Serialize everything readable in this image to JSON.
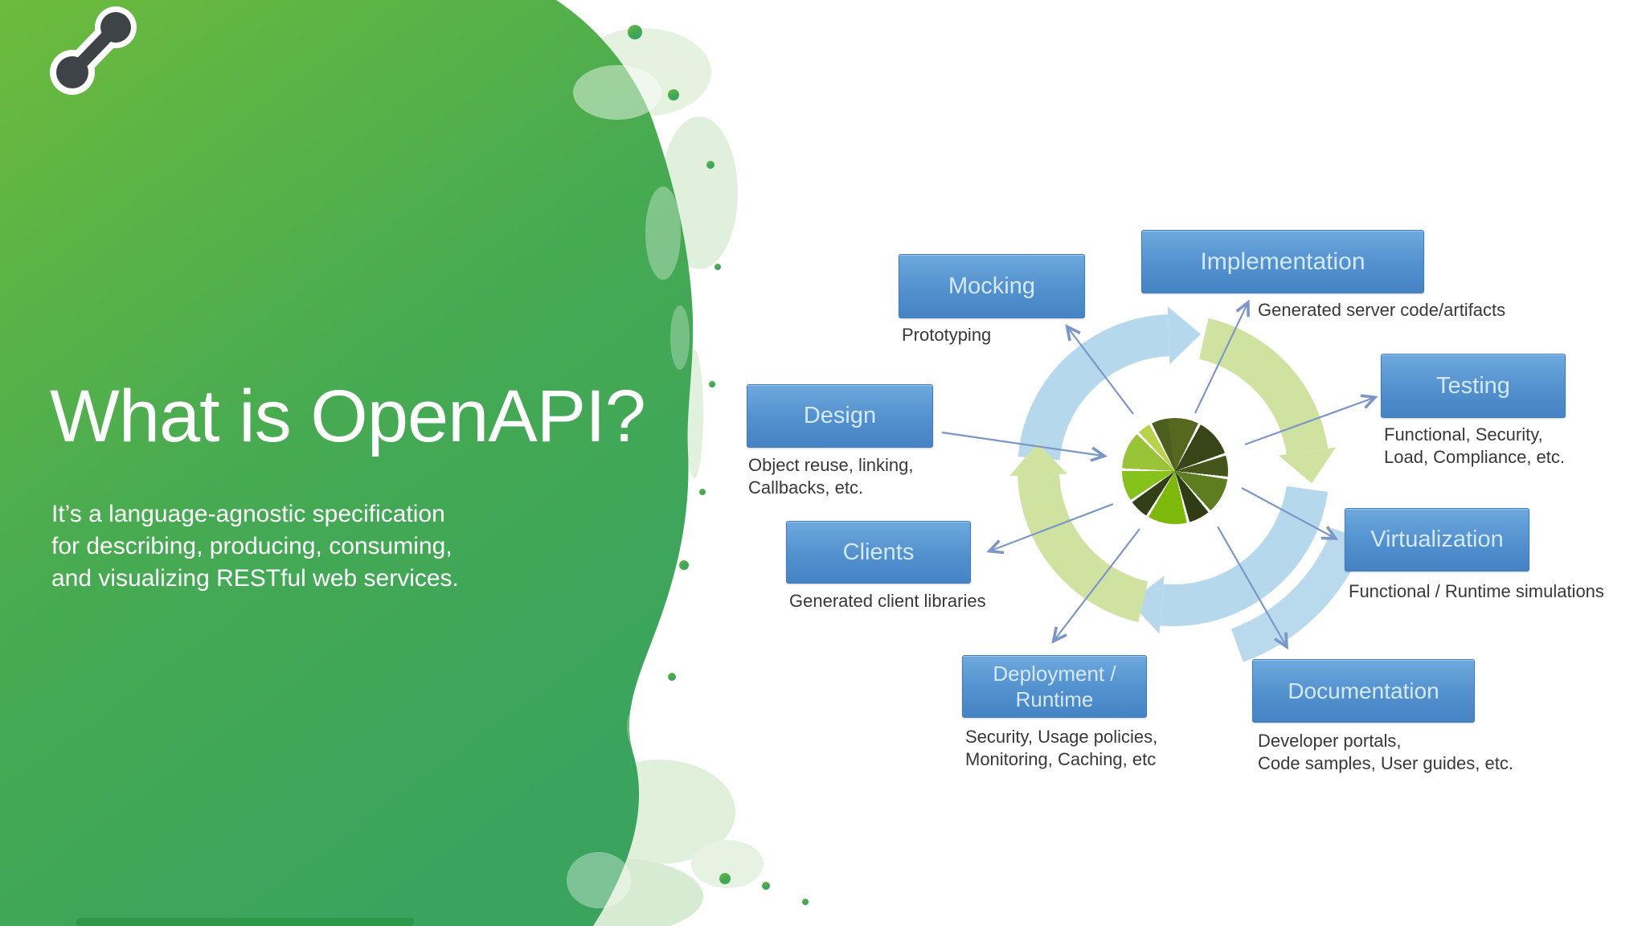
{
  "slide": {
    "title": "What is OpenAPI?",
    "subtitle_lines": [
      "It’s a language-agnostic specification",
      "for describing, producing, consuming,",
      "and visualizing RESTful web services."
    ]
  },
  "diagram": {
    "nodes": [
      {
        "id": "design",
        "label": "Design",
        "caption": [
          "Object reuse, linking,",
          "Callbacks, etc."
        ]
      },
      {
        "id": "mocking",
        "label": "Mocking",
        "caption": [
          "Prototyping"
        ]
      },
      {
        "id": "implementation",
        "label": "Implementation",
        "caption": [
          "Generated server code/artifacts"
        ]
      },
      {
        "id": "testing",
        "label": "Testing",
        "caption": [
          "Functional, Security,",
          "Load, Compliance, etc."
        ]
      },
      {
        "id": "virtualization",
        "label": "Virtualization",
        "caption": [
          "Functional / Runtime simulations"
        ]
      },
      {
        "id": "clients",
        "label": "Clients",
        "caption": [
          "Generated client libraries"
        ]
      },
      {
        "id": "deployment",
        "label": "Deployment / Runtime",
        "caption": [
          "Security, Usage policies,",
          "Monitoring, Caching, etc"
        ]
      },
      {
        "id": "documentation",
        "label": "Documentation",
        "caption": [
          "Developer portals,",
          "Code samples, User guides, etc."
        ]
      }
    ]
  },
  "colors": {
    "background_green_top": "#6cbb3c",
    "background_green_bottom": "#3aa45e",
    "box_blue_top": "#6ea9de",
    "box_blue_bottom": "#4683c4",
    "box_label_text": "#d4eafc",
    "caption_text": "#383838",
    "ring_blue": "#b5d8ec",
    "ring_green": "#cfe2a0",
    "arrow_blue": "#7b97c9",
    "logo_charcoal": "#3e4347",
    "logo_lime": "#7eb80b"
  }
}
